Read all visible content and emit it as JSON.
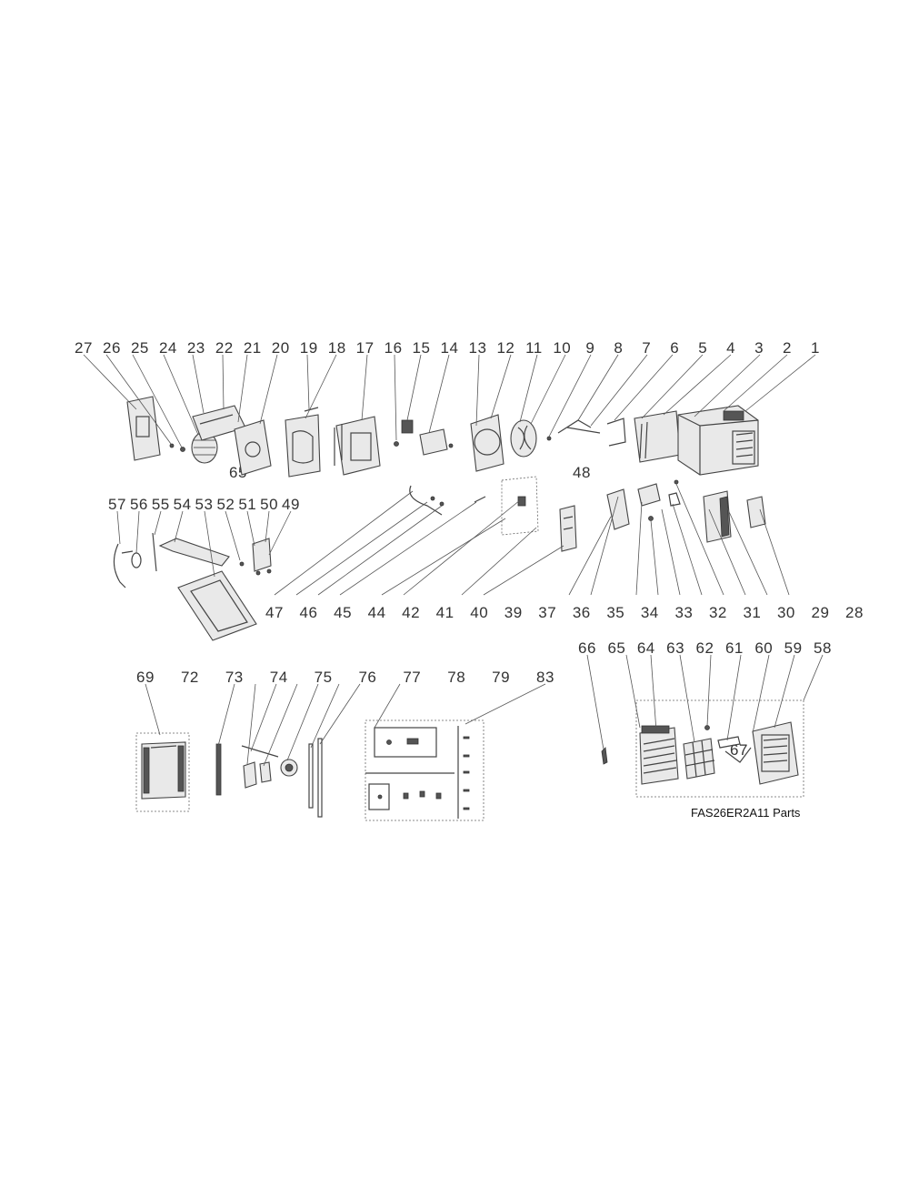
{
  "diagram": {
    "caption": "FAS26ER2A11 Parts",
    "row1_numbers": [
      "27",
      "26",
      "25",
      "24",
      "23",
      "22",
      "21",
      "20",
      "19",
      "18",
      "17",
      "16",
      "15",
      "14",
      "13",
      "12",
      "11",
      "10",
      "9",
      "8",
      "7",
      "6",
      "5",
      "4",
      "3",
      "2",
      "1"
    ],
    "row1_extra": "65",
    "row2_top_numbers": [
      "57",
      "56",
      "55",
      "54",
      "53",
      "52",
      "51",
      "50",
      "49"
    ],
    "row2_mid_numbers": [
      "48"
    ],
    "row2_bottom_numbers": [
      "47",
      "46",
      "45",
      "44",
      "42",
      "41",
      "40",
      "39",
      "37",
      "36",
      "35",
      "34",
      "33",
      "32",
      "31",
      "30",
      "29",
      "28"
    ],
    "row3_left_numbers": [
      "69",
      "72",
      "73",
      "74",
      "75",
      "76",
      "77",
      "78",
      "79",
      "83"
    ],
    "row3_right_numbers": [
      "66",
      "65",
      "64",
      "63",
      "62",
      "61",
      "60",
      "59",
      "58"
    ],
    "row3_extra": "67"
  }
}
